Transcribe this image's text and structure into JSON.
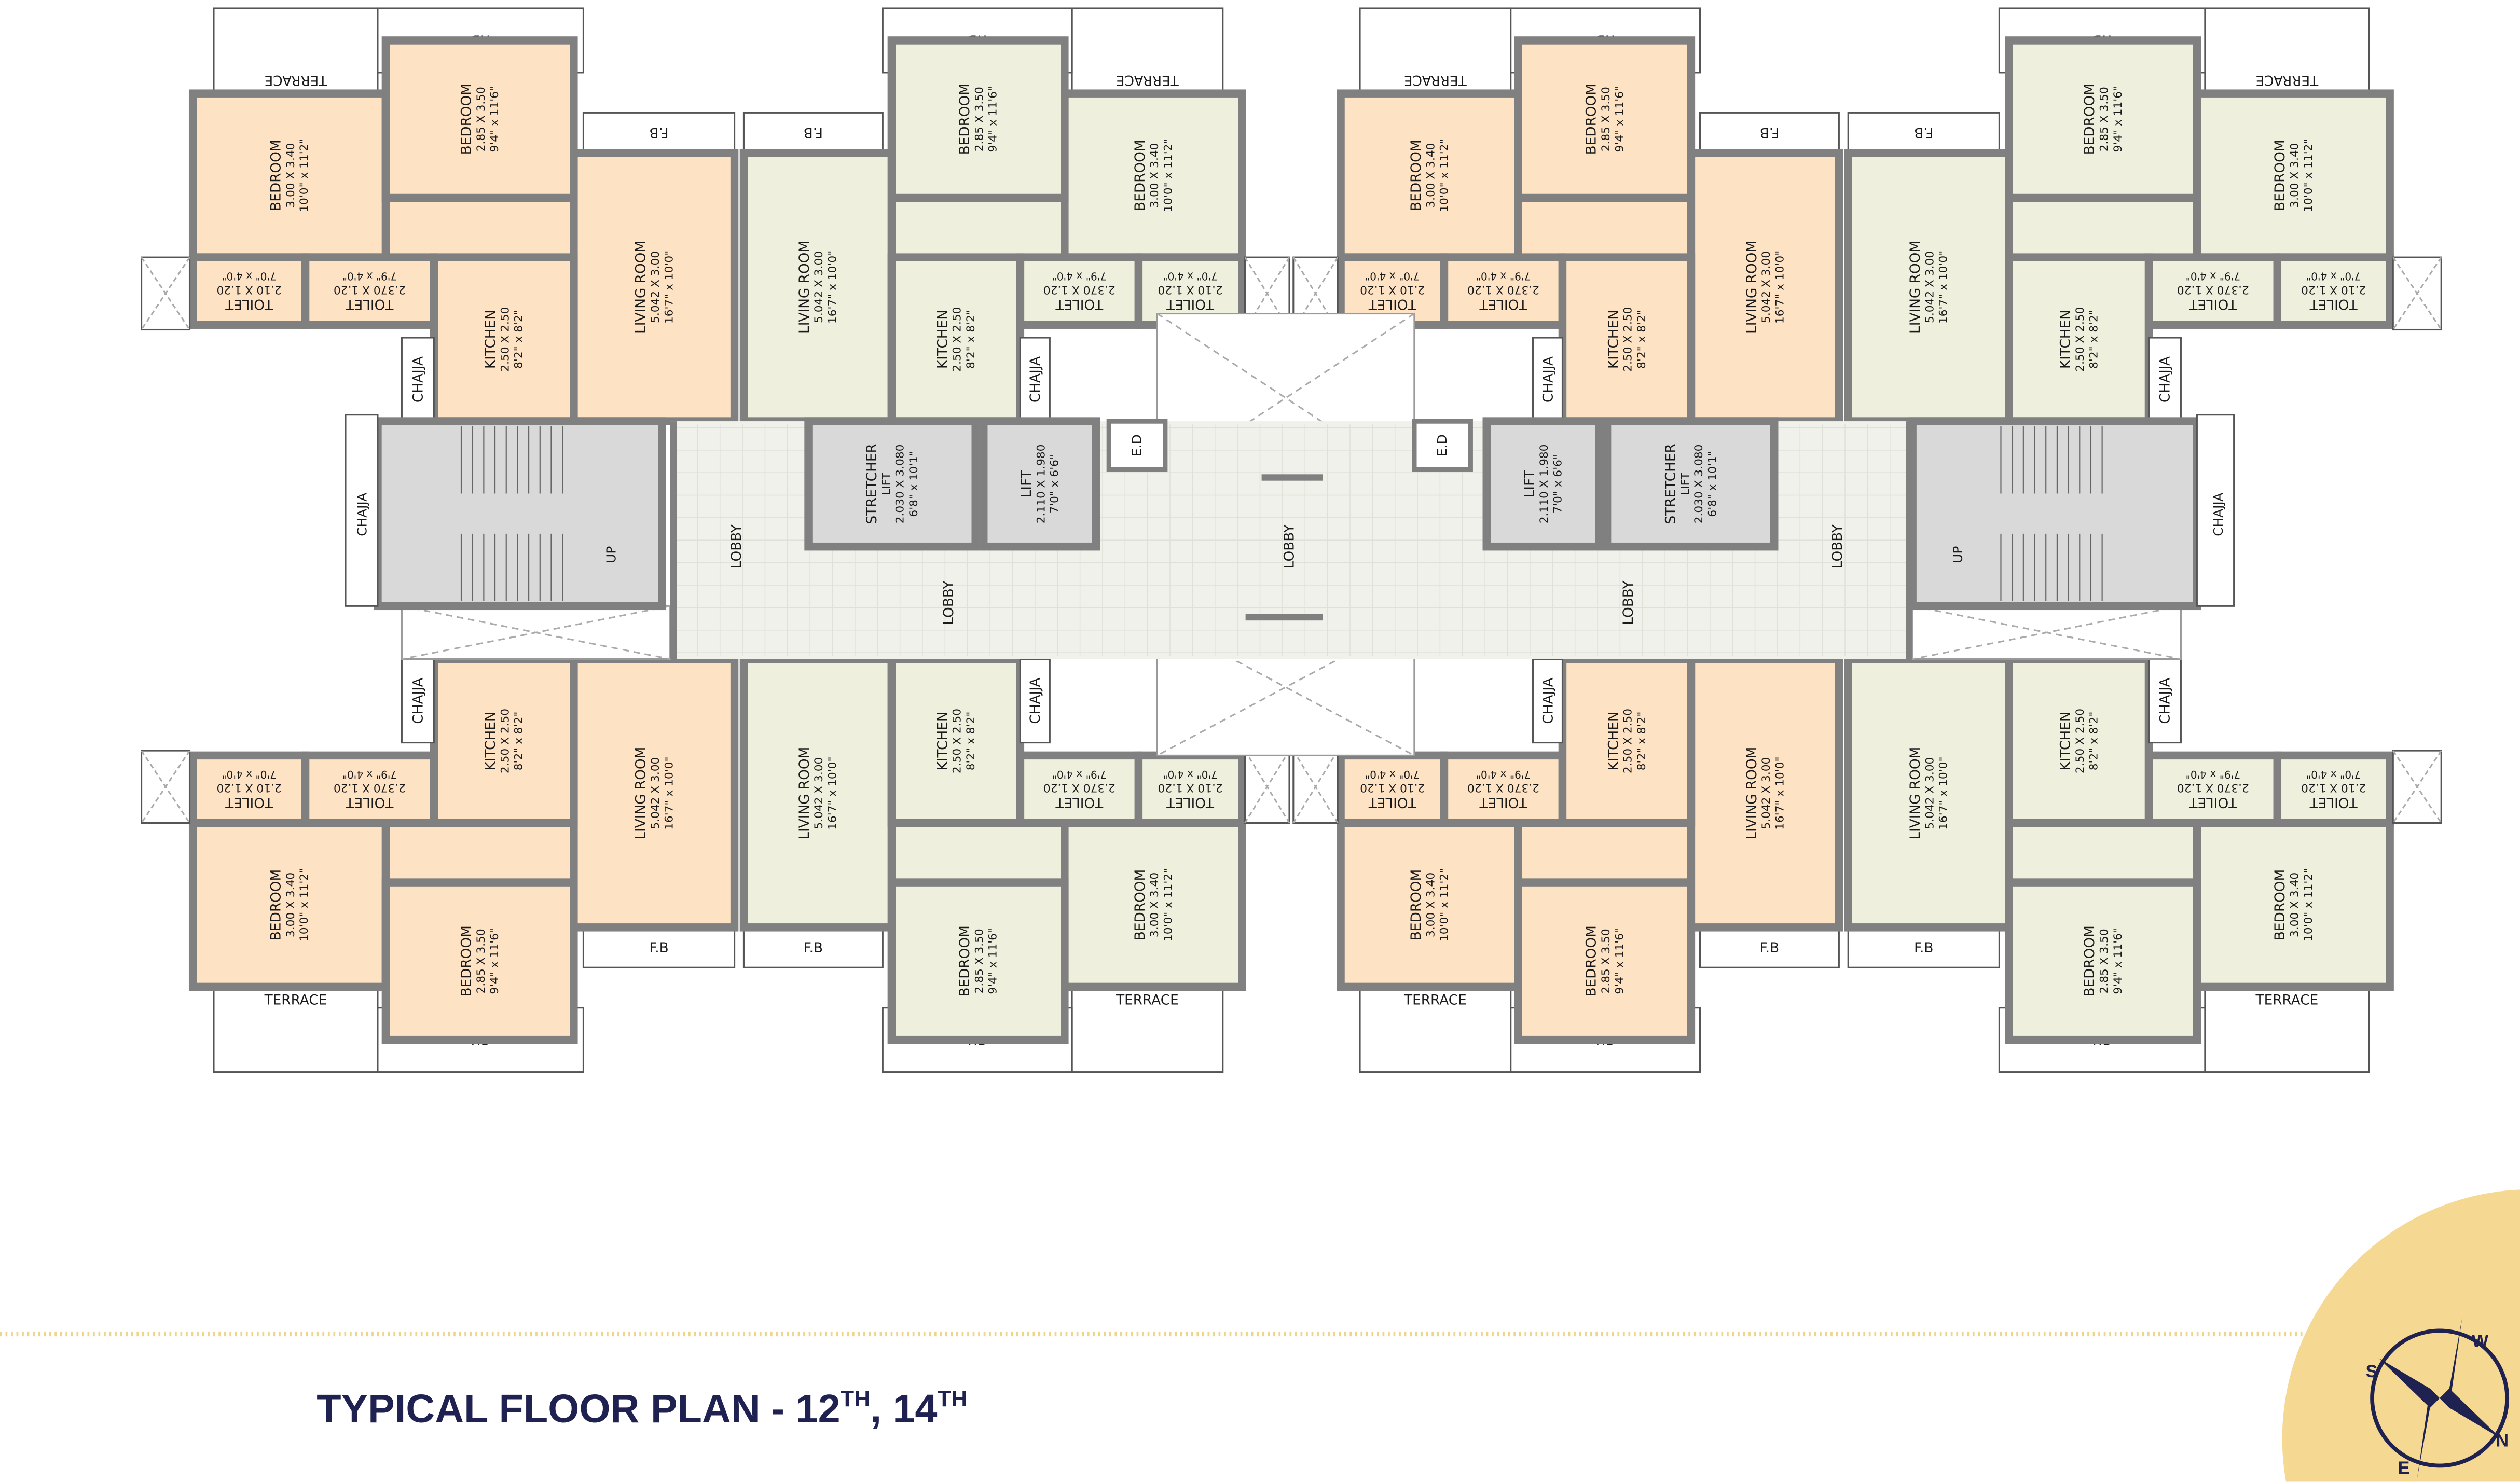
{
  "title": {
    "main": "TYPICAL FLOOR PLAN - 12",
    "sup1": "TH",
    "mid": ", 14",
    "sup2": "TH"
  },
  "colors": {
    "peach": "#fde2c4",
    "green": "#eef0dd",
    "wall": "#808080",
    "core": "#d9d9d9",
    "lobby": "#f1f1ec",
    "accent": "#1f2150",
    "compass_bg": "#f5d992",
    "dotted_rule": "#efd58a"
  },
  "units": [
    {
      "scheme": "peach"
    },
    {
      "scheme": "green"
    },
    {
      "scheme": "peach"
    },
    {
      "scheme": "green"
    },
    {
      "scheme": "peach"
    },
    {
      "scheme": "green"
    },
    {
      "scheme": "peach"
    },
    {
      "scheme": "green"
    }
  ],
  "rooms": {
    "bedroom_large": {
      "name": "BEDROOM",
      "metric": "3.00 X 3.40",
      "imperial": "10'0\" x 11'2\""
    },
    "bedroom_small": {
      "name": "BEDROOM",
      "metric": "2.85 X 3.50",
      "imperial": "9'4\" x 11'6\""
    },
    "living": {
      "name": "LIVING ROOM",
      "metric": "5.042 X 3.00",
      "imperial": "16'7\" x 10'0\""
    },
    "kitchen": {
      "name": "KITCHEN",
      "metric": "2.50 X 2.50",
      "imperial": "8'2\" x 8'2\""
    },
    "toilet_a": {
      "name": "TOILET",
      "metric": "2.10 X 1.20",
      "imperial": "7'0\" x 4'0\""
    },
    "toilet_b": {
      "name": "TOILET",
      "metric": "2.370 X 1.20",
      "imperial": "7'9\" x 4'0\""
    },
    "terrace": "TERRACE",
    "fb": "F.B",
    "chajja": "CHAJJA"
  },
  "core": {
    "lobby": "LOBBY",
    "up": "UP",
    "chajja": "CHAJJA",
    "ed": "E.D",
    "stretcher_lift": {
      "name": "STRETCHER",
      "name2": "LIFT",
      "metric": "2.030 X 3.080",
      "imperial": "6'8\" x 10'1\""
    },
    "lift": {
      "name": "LIFT",
      "metric": "2.110 X 1.980",
      "imperial": "7'0\" x 6'6\""
    }
  },
  "compass": {
    "n": "N",
    "s": "S",
    "e": "E",
    "w": "W"
  }
}
